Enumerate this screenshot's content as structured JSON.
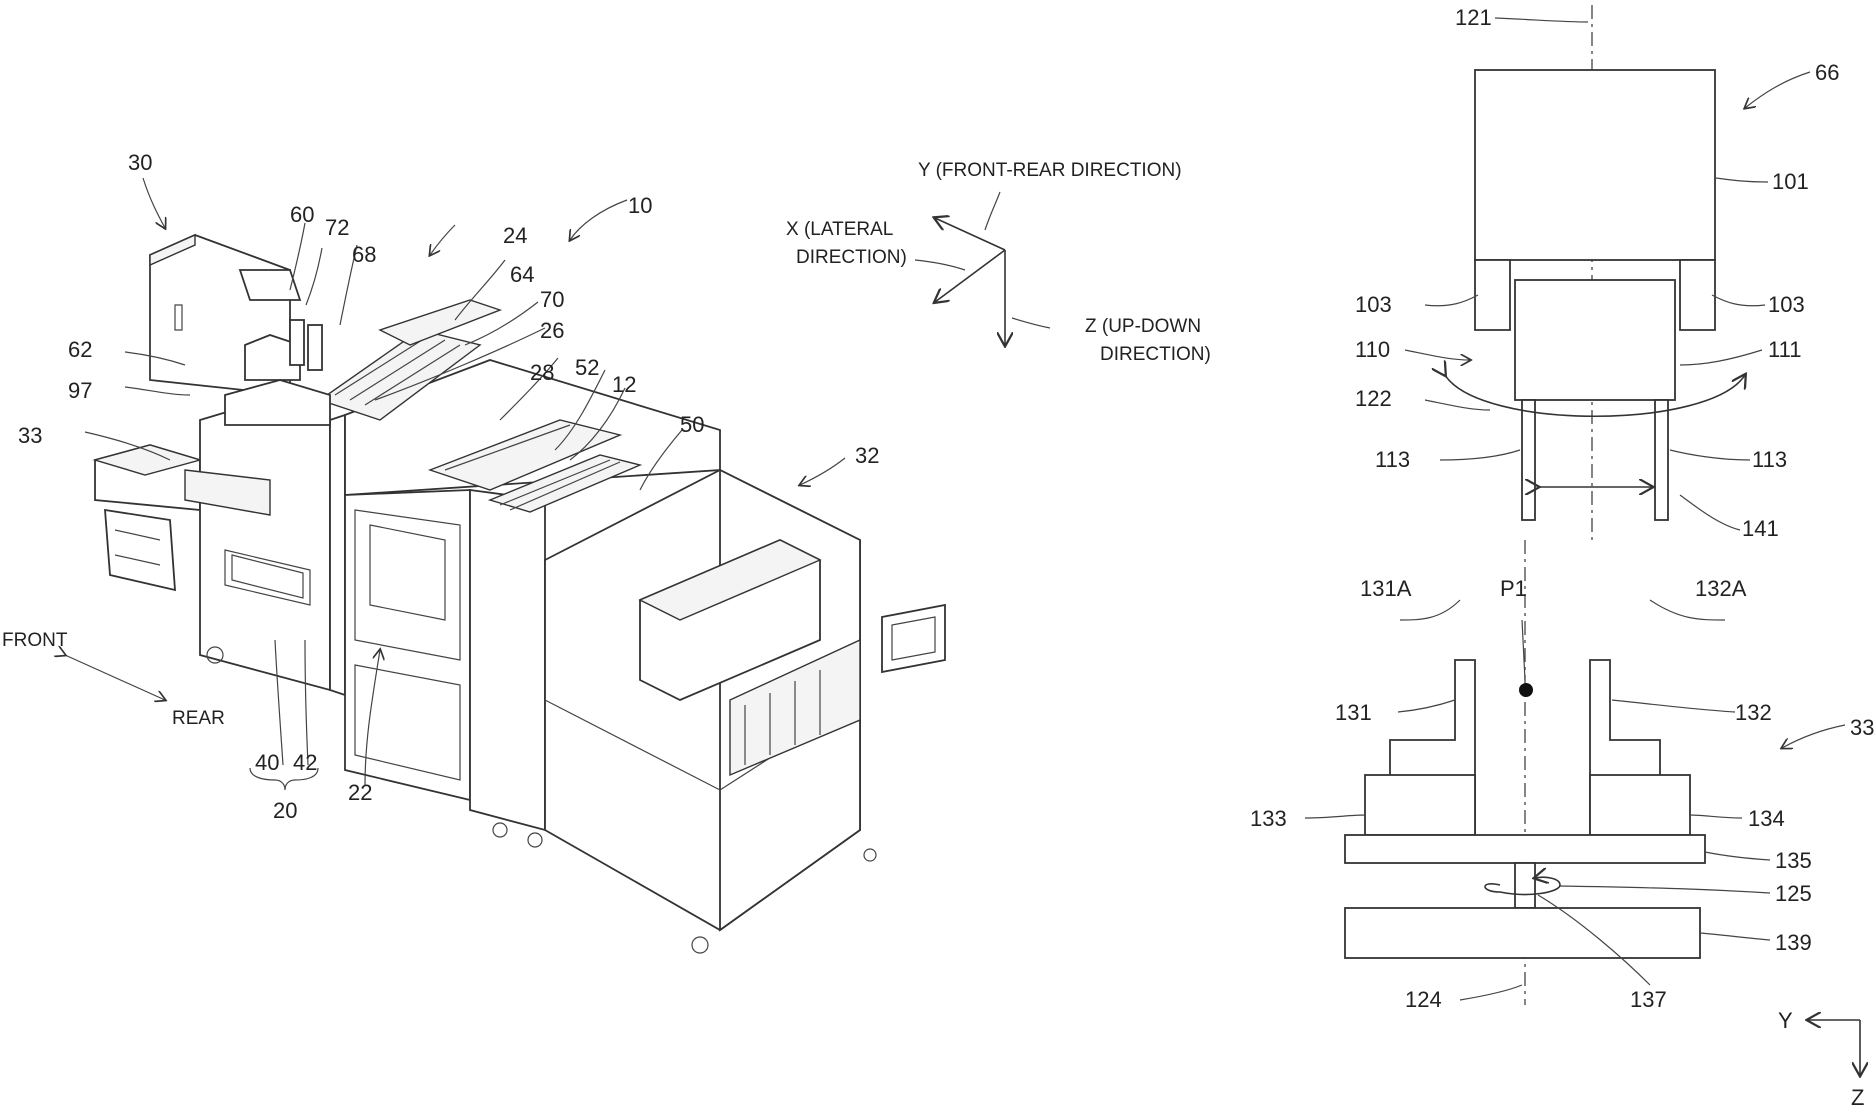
{
  "labels": {
    "n10": "10",
    "n12": "12",
    "n20": "20",
    "n22": "22",
    "n24": "24",
    "n26": "26",
    "n28": "28",
    "n30": "30",
    "n32": "32",
    "n33": "33",
    "n40": "40",
    "n42": "42",
    "n50": "50",
    "n52": "52",
    "n60": "60",
    "n62": "62",
    "n64": "64",
    "n68": "68",
    "n70": "70",
    "n72": "72",
    "n97": "97"
  },
  "right_labels": {
    "n66": "66",
    "n101": "101",
    "n103a": "103",
    "n103b": "103",
    "n110": "110",
    "n111": "111",
    "n113a": "113",
    "n113b": "113",
    "n121": "121",
    "n122": "122",
    "n124": "124",
    "n125": "125",
    "n131": "131",
    "n131A": "131A",
    "n132": "132",
    "n132A": "132A",
    "n133": "133",
    "n134": "134",
    "n135": "135",
    "n137": "137",
    "n139": "139",
    "n141": "141",
    "n33r": "33",
    "p1": "P1"
  },
  "axes": {
    "y_front_rear": "Y (FRONT-REAR DIRECTION)",
    "x_lateral_1": "X (LATERAL",
    "x_lateral_2": "DIRECTION)",
    "z_updown_1": "Z (UP-DOWN",
    "z_updown_2": "DIRECTION)",
    "front": "FRONT",
    "rear": "REAR",
    "axis_y": "Y",
    "axis_z": "Z"
  }
}
